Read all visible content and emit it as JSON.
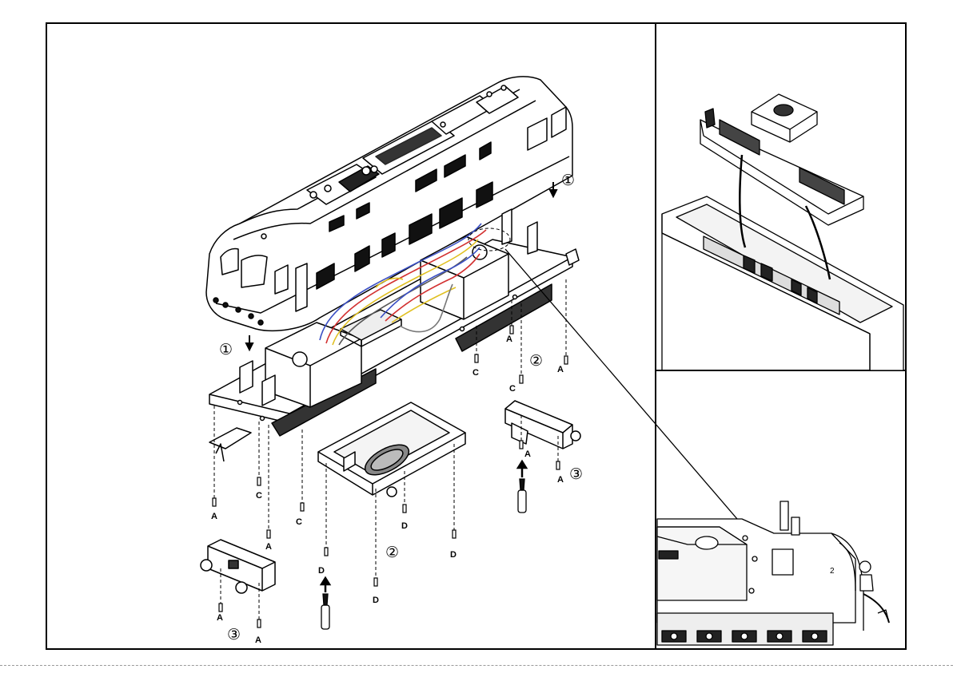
{
  "step_markers": {
    "one": "①",
    "two": "②",
    "three": "③"
  },
  "screw_labels": {
    "a": "A",
    "c": "C",
    "d": "D"
  },
  "panels": {
    "main": "exploded-view-locomotive",
    "top_right": "chassis-lifted-from-box",
    "bottom_right": "detail-view-chassis-end"
  }
}
